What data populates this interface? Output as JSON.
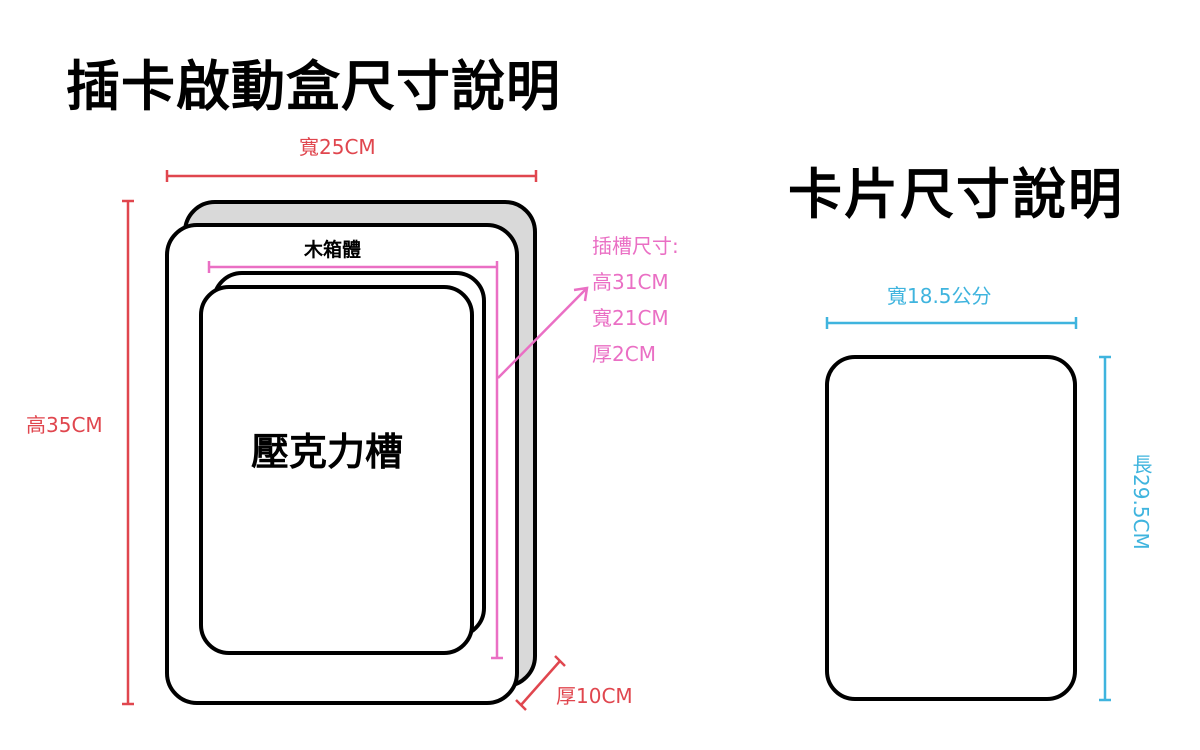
{
  "titles": {
    "box": "插卡啟動盒尺寸說明",
    "card": "卡片尺寸說明"
  },
  "box_diagram": {
    "width_label": "寬25CM",
    "height_label": "高35CM",
    "depth_label": "厚10CM",
    "wood_body_label": "木箱體",
    "acrylic_slot_label": "壓克力槽",
    "slot_size": {
      "heading": "插槽尺寸:",
      "height": "高31CM",
      "width": "寬21CM",
      "depth": "厚2CM"
    }
  },
  "card_diagram": {
    "width_label": "寬18.5公分",
    "length_label": "長29.5CM"
  },
  "colors": {
    "box_dimension": "#e0464e",
    "slot_dimension": "#ea6fc4",
    "card_dimension": "#3fb4de",
    "outline": "#000000",
    "shadow_fill": "#d9d9d9"
  }
}
